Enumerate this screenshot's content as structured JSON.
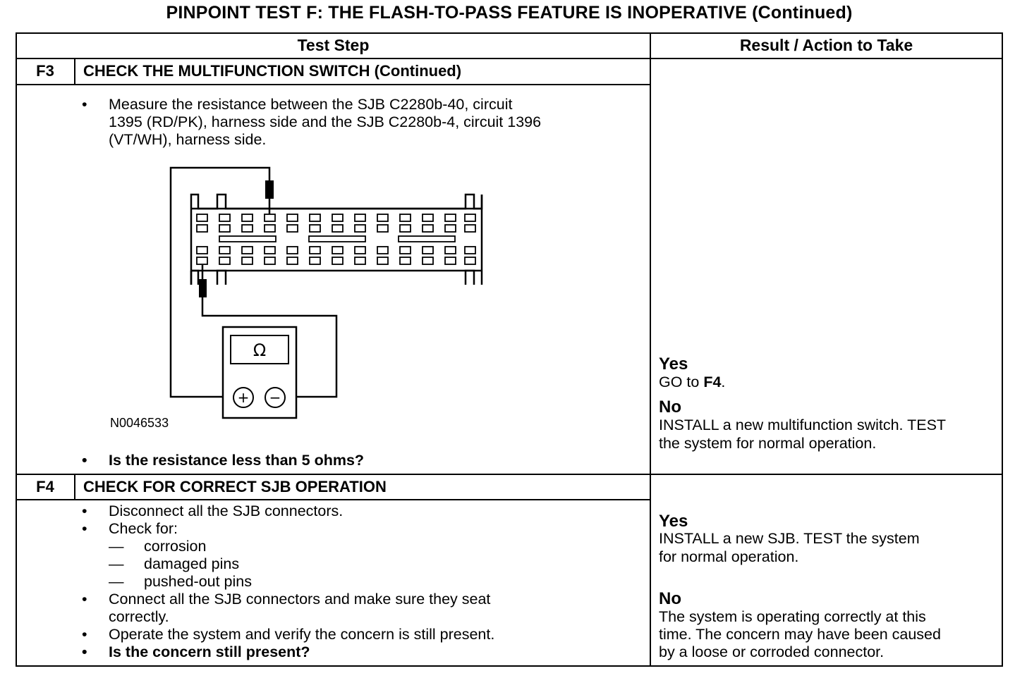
{
  "title": "PINPOINT TEST F: THE FLASH-TO-PASS FEATURE IS INOPERATIVE (Continued)",
  "table": {
    "headers": {
      "test_step": "Test Step",
      "result": "Result / Action to Take"
    },
    "steps": [
      {
        "id": "F3",
        "title": "CHECK THE MULTIFUNCTION SWITCH (Continued)",
        "bullets": [
          "Measure the resistance between the SJB C2280b-40, circuit",
          "1395 (RD/PK), harness side and the SJB C2280b-4, circuit 1396",
          "(VT/WH), harness side."
        ],
        "figure": {
          "label": "N0046533",
          "meter_symbol": "Ω",
          "plus": "+",
          "minus": "−"
        },
        "question": "Is the resistance less than 5 ohms?",
        "results": {
          "yes_label": "Yes",
          "yes_prefix": "GO to ",
          "yes_target": "F4",
          "yes_suffix": ".",
          "no_label": "No",
          "no_lines": [
            "INSTALL a new multifunction switch. TEST",
            "the system for normal operation."
          ]
        }
      },
      {
        "id": "F4",
        "title": "CHECK FOR CORRECT SJB OPERATION",
        "bullet1": "Disconnect all the SJB connectors.",
        "bullet2": "Check for:",
        "checks": [
          "corrosion",
          "damaged pins",
          "pushed-out pins"
        ],
        "bullet3": [
          "Connect all the SJB connectors and make sure they seat",
          "correctly."
        ],
        "bullet4": "Operate the system and verify the concern is still present.",
        "question": "Is the concern still present?",
        "results": {
          "yes_label": "Yes",
          "yes_lines": [
            "INSTALL a new SJB. TEST the system",
            "for normal operation."
          ],
          "no_label": "No",
          "no_lines": [
            "The system is operating correctly at this",
            "time. The concern may have been caused",
            "by a loose or corroded connector."
          ]
        }
      }
    ],
    "bullet_symbol": "•",
    "dash_symbol": "—"
  }
}
